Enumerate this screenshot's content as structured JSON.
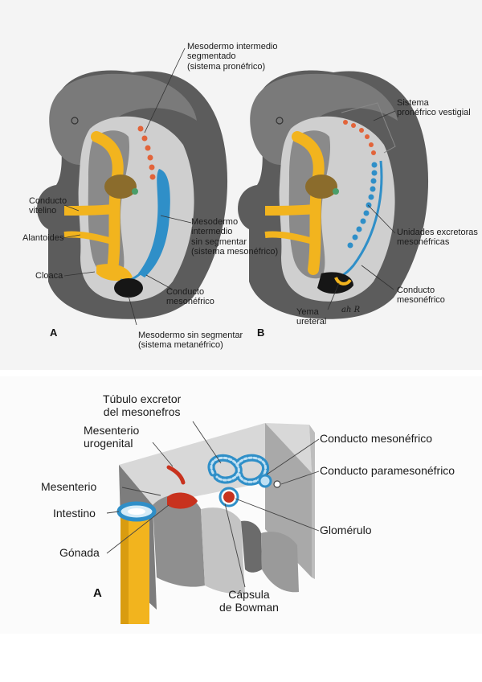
{
  "panel_top": {
    "label_A": "A",
    "label_B": "B",
    "signature": "ah R",
    "embryo_a": {
      "mesodermo_segmentado": "Mesodermo intermedio\nsegmentado\n(sistema pronéfrico)",
      "conducto_vitelino": "Conducto\nvitelino",
      "alantoides": "Alantoides",
      "cloaca": "Cloaca",
      "mesodermo_sin_segmentar": "Mesodermo\nintermedio\nsin segmentar\n(sistema mesonéfrico)",
      "conducto_mesonefrico": "Conducto\nmesonéfrico",
      "metanefrico": "Mesodermo sin segmentar\n(sistema metanéfrico)"
    },
    "embryo_b": {
      "sistema_pronefrico": "Sistema\npronéfrico vestigial",
      "unidades_excretoras": "Unidades excretoras\nmesonéfricas",
      "conducto_mesonefrico": "Conducto\nmesonéfrico",
      "yema_ureteral": "Yema\nureteral"
    }
  },
  "panel_bottom": {
    "label_A": "A",
    "tubulo": "Túbulo excretor\ndel mesonefros",
    "mesenterio_urogenital": "Mesenterio\nurogenital",
    "mesenterio": "Mesenterio",
    "intestino": "Intestino",
    "gonada": "Gónada",
    "conducto_mesonefrico": "Conducto mesonéfrico",
    "conducto_paramesonefrico": "Conducto paramesonéfrico",
    "glomerulo": "Glomérulo",
    "capsula": "Cápsula\nde Bowman"
  },
  "colors": {
    "dark_gray": "#5f5f5f",
    "mid_gray": "#9a9a9a",
    "light_gray": "#d5d5d5",
    "yellow": "#f2b41e",
    "blue": "#2f8fc8",
    "orange": "#e2643a",
    "red": "#c8321e",
    "olive": "#8b6c2c",
    "green": "#4a9e6a"
  }
}
